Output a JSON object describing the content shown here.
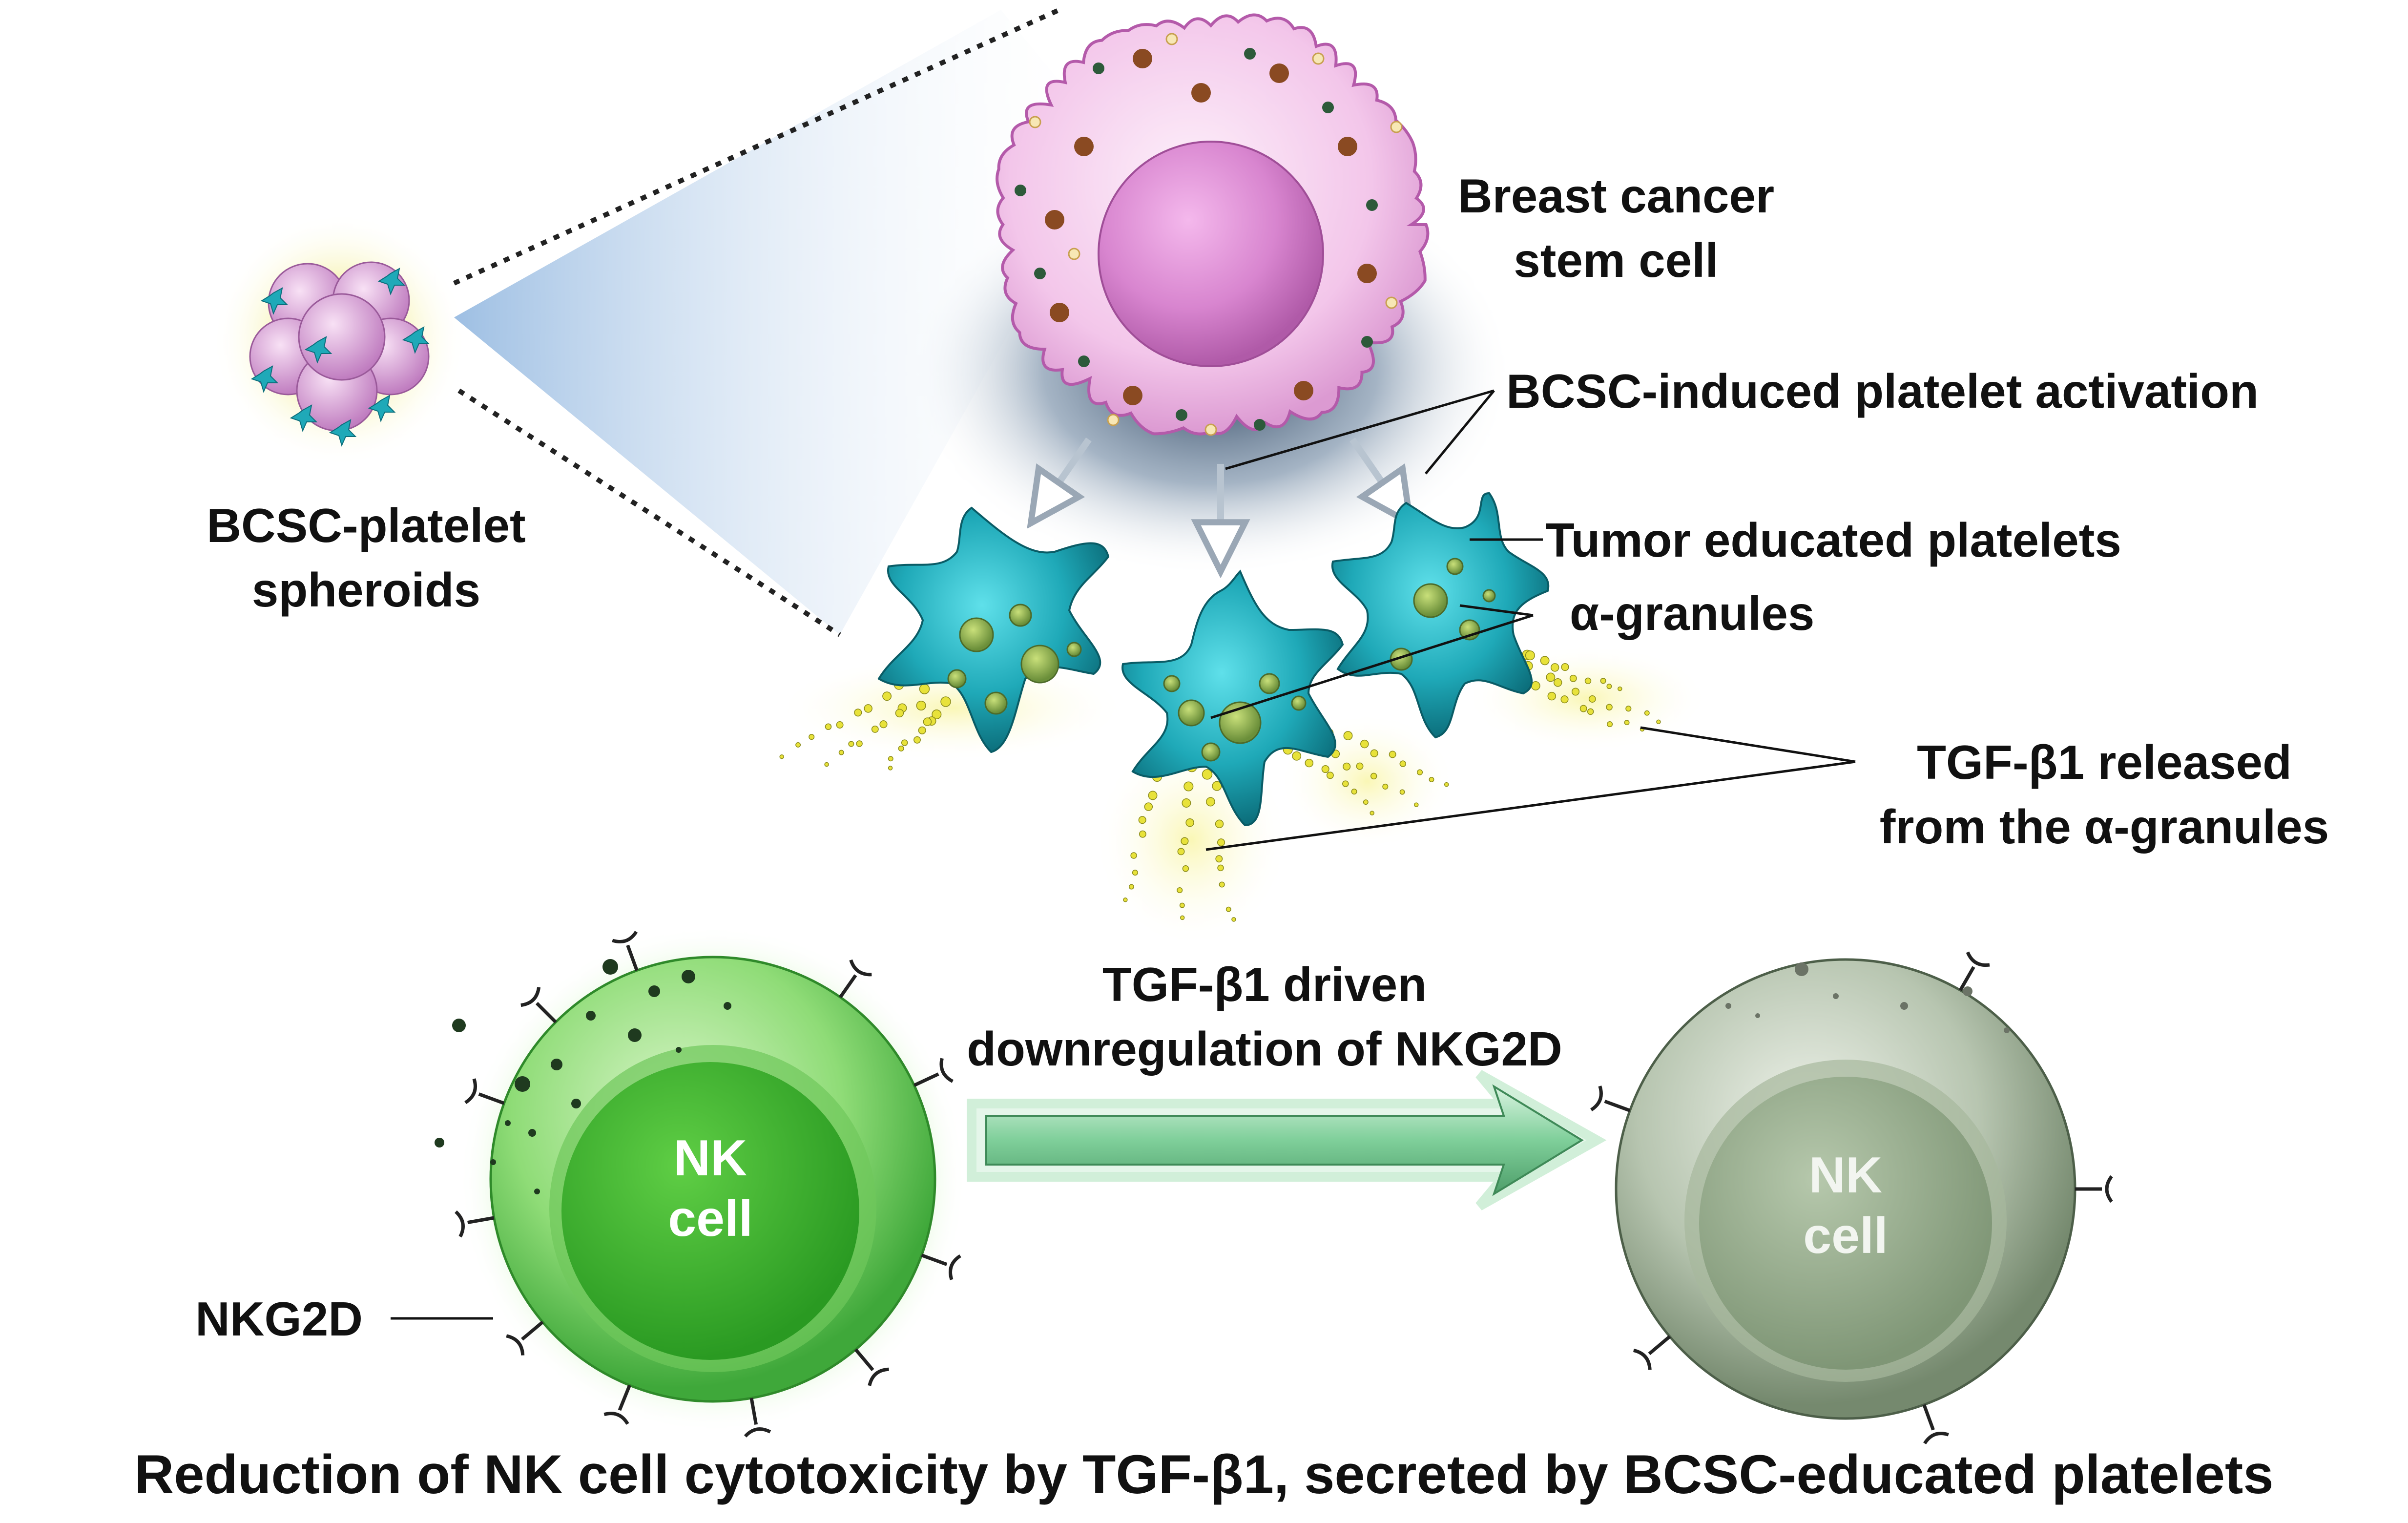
{
  "labels": {
    "bcsc_line1": "Breast cancer",
    "bcsc_line2": "stem cell",
    "activation": "BCSC-induced platelet activation",
    "spheroids_line1": "BCSC-platelet",
    "spheroids_line2": "spheroids",
    "tumor_platelets": "Tumor educated platelets",
    "alpha_granules": "α-granules",
    "tgf_released_line1": "TGF-β1 released",
    "tgf_released_line2": "from the α-granules",
    "tgf_driven_line1": "TGF-β1 driven",
    "tgf_driven_line2": "downregulation of NKG2D",
    "nkg2d": "NKG2D"
  },
  "nk_active": {
    "line1": "NK",
    "line2": "cell"
  },
  "nk_inactive": {
    "line1": "NK",
    "line2": "cell"
  },
  "caption": "Reduction of NK cell cytotoxicity by TGF-β1, secreted by BCSC-educated platelets",
  "colors": {
    "cancer_cell": "#f3c6ea",
    "cancer_nucleus": "#d07cc6",
    "platelet": "#1fa9b8",
    "nk_active": "#3fb53a",
    "nk_inactive": "#9eb09a",
    "arrow": "#7fcf9a",
    "tgf_dots": "#e8e23a"
  }
}
